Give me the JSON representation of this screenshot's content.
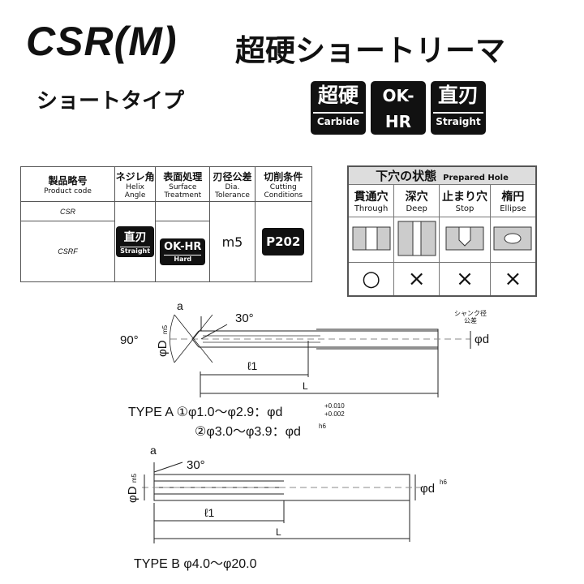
{
  "header": {
    "title": "CSR(M)",
    "jp_title": "超硬ショートリーマ",
    "subtitle": "ショートタイプ"
  },
  "badges": [
    {
      "big": "超硬",
      "small": "Carbide"
    },
    {
      "big": "OK-HR",
      "small": "Hard"
    },
    {
      "big": "直刃",
      "small": "Straight"
    }
  ],
  "spec_table": {
    "headers": [
      {
        "jp": "製品略号",
        "en": "Product code"
      },
      {
        "jp": "ネジレ角",
        "en": "Helix Angle"
      },
      {
        "jp": "表面処理",
        "en": "Surface Treatment"
      },
      {
        "jp": "刃径公差",
        "en": "Dia. Tolerance"
      },
      {
        "jp": "切削条件",
        "en": "Cutting Conditions"
      }
    ],
    "codes": [
      "CSR",
      "CSRF"
    ],
    "helix": {
      "big": "直刃",
      "small": "Straight"
    },
    "surface": {
      "big": "OK-HR",
      "small": "Hard"
    },
    "tolerance": "m5",
    "cutting": "P202"
  },
  "hole_table": {
    "title_jp": "下穴の状態",
    "title_en": "Prepared Hole",
    "columns": [
      {
        "jp": "貫通穴",
        "en": "Through",
        "mark": "○"
      },
      {
        "jp": "深穴",
        "en": "Deep",
        "mark": "×"
      },
      {
        "jp": "止まり穴",
        "en": "Stop",
        "mark": "×"
      },
      {
        "jp": "楕円",
        "en": "Ellipse",
        "mark": "×"
      }
    ]
  },
  "drawing_a": {
    "a": "a",
    "angle30": "30°",
    "angle90": "90°",
    "phiD": "φD",
    "m5": "m5",
    "l1": "ℓ1",
    "L": "L",
    "phid": "φd",
    "shank_note1": "シャンク径",
    "shank_note2": "公差",
    "type": "TYPE A",
    "line1": "①φ1.0〜φ2.9：φd",
    "tol_up": "+0.010",
    "tol_lo": "+0.002",
    "line2": "②φ3.0〜φ3.9：φd",
    "h6": "h6"
  },
  "drawing_b": {
    "a": "a",
    "angle30": "30°",
    "phiD": "φD",
    "m5": "m5",
    "l1": "ℓ1",
    "L": "L",
    "phid": "φd",
    "h6": "h6",
    "type": "TYPE B  φ4.0〜φ20.0"
  }
}
